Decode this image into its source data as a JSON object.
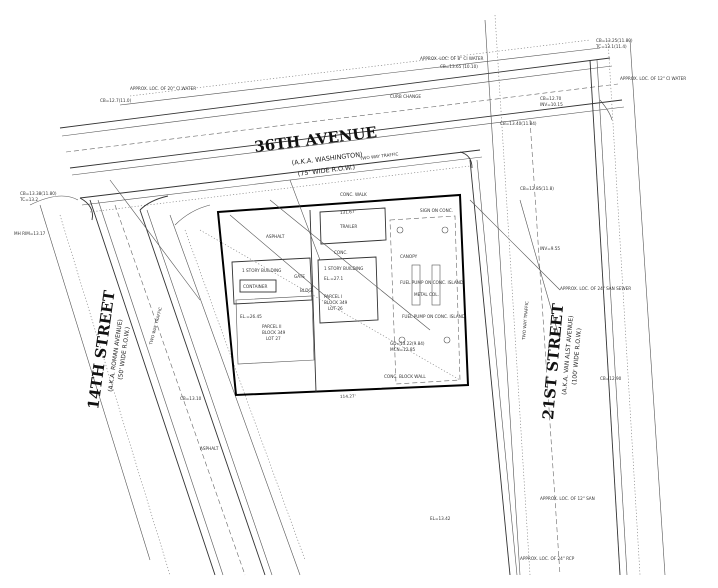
{
  "streets": {
    "top": {
      "name": "36TH AVENUE",
      "aka": "(A.K.A. WASHINGTON)",
      "width": "(75' WIDE R.O.W.)"
    },
    "left": {
      "name": "14TH STREET",
      "aka": "(A.K.A. ROMAN AVENUE)",
      "width": "(50' WIDE R.O.W.)"
    },
    "right": {
      "name": "21ST STREET",
      "aka": "(A.K.A. VAN ALST AVENUE)",
      "width": "(100' WIDE R.O.W.)"
    }
  },
  "traffic": {
    "two_way_top": "TWO WAY TRAFFIC",
    "two_way_right": "TWO WAY TRAFFIC",
    "two_way_left": "TWO WAY TRAFFIC"
  },
  "parcels": [
    {
      "name": "PARCEL II",
      "block": "BLOCK 349",
      "lot": "LOT 27"
    },
    {
      "name": "PARCEL I",
      "block": "BLOCK 349",
      "lot": "LOT 26"
    }
  ],
  "buildings": [
    {
      "label": "1 STORY BUILDING",
      "elevation": "EL.=26.45"
    },
    {
      "label": "1 STORY BUILDING",
      "elevation": "EL.=27.1"
    }
  ],
  "site_features": {
    "trailer": "TRAILER",
    "container": "CONTAINER",
    "canopy": "CANOPY",
    "fuel_pump_1": "FUEL PUMP ON CONC. ISLAND",
    "fuel_pump_2": "FUEL PUMP ON CONC. ISLAND",
    "metal_col": "METAL COL.",
    "asphalt": "ASPHALT",
    "conc_walk": "CONC. WALK",
    "conc": "CONC.",
    "conc_block_wall": "CONC. BLOCK WALL",
    "curb_change": "CURB CHANGE",
    "gate": "GATE",
    "bldg": "BLDG.",
    "sign": "SIGN ON CONC."
  },
  "dimensions": {
    "top": "131.67'",
    "bottom": "114.27'"
  }
}
